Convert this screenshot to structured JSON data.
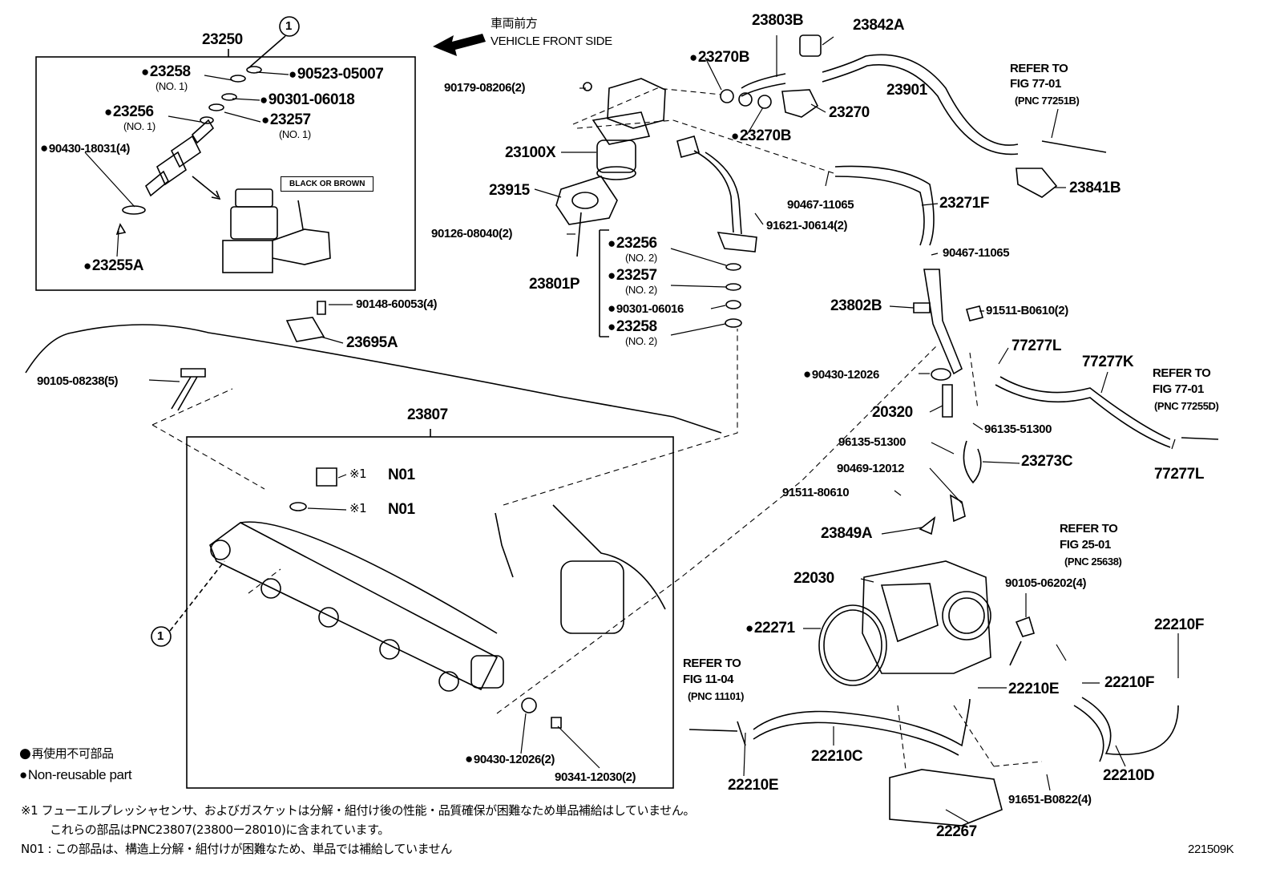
{
  "header": {
    "front_jp": "車両前方",
    "front_en": "VEHICLE FRONT SIDE"
  },
  "callout": "1",
  "inset": {
    "box_label": "23250",
    "black_or_brown": "BLACK OR BROWN",
    "p23258": "23258",
    "p23258_sub": "(NO. 1)",
    "p90523": "90523-05007",
    "p90301_18": "90301-06018",
    "p23256": "23256",
    "p23256_sub": "(NO. 1)",
    "p23257": "23257",
    "p23257_sub": "(NO. 1)",
    "p90430_31": "90430-18031(4)",
    "p23255A": "23255A"
  },
  "pump": {
    "p90179": "90179-08206(2)",
    "p23100X": "23100X",
    "p23915": "23915",
    "p90126": "90126-08040(2)",
    "p23801P": "23801P",
    "p23256b": "23256",
    "p23256b_sub": "(NO. 2)",
    "p23257b": "23257",
    "p23257b_sub": "(NO. 2)",
    "p90301_16": "90301-06016",
    "p23258b": "23258",
    "p23258b_sub": "(NO. 2)",
    "p91621": "91621-J0614(2)",
    "p90148": "90148-60053(4)",
    "p23695A": "23695A"
  },
  "top_right": {
    "p23803B": "23803B",
    "p23842A": "23842A",
    "p23270B_a": "23270B",
    "p23270B_b": "23270B",
    "p23270": "23270",
    "p23901": "23901",
    "refer1_a": "REFER TO",
    "refer1_b": "FIG 77-01",
    "refer1_c": "(PNC 77251B)",
    "p23841B": "23841B",
    "p90467_a": "90467-11065",
    "p23271F": "23271F",
    "p90467_b": "90467-11065"
  },
  "mid_right": {
    "p23802B": "23802B",
    "p91511_b": "91511-B0610(2)",
    "p77277L_a": "77277L",
    "p77277K": "77277K",
    "refer2_a": "REFER TO",
    "refer2_b": "FIG 77-01",
    "refer2_c": "(PNC 77255D)",
    "p90430_26a": "90430-12026",
    "p20320": "20320",
    "p96135_a": "96135-51300",
    "p96135_b": "96135-51300",
    "p23273C": "23273C",
    "p77277L_b": "77277L",
    "p90469": "90469-12012",
    "p91511_8": "91511-80610",
    "p23849A": "23849A"
  },
  "throttle": {
    "refer3_a": "REFER TO",
    "refer3_b": "FIG 25-01",
    "refer3_c": "(PNC 25638)",
    "p22030": "22030",
    "p90105_06": "90105-06202(4)",
    "p22271": "22271",
    "p22210F_a": "22210F",
    "p22210E_a": "22210E",
    "p22210F_b": "22210F",
    "refer4_a": "REFER TO",
    "refer4_b": "FIG 11-04",
    "refer4_c": "(PNC 11101)",
    "p22210C": "22210C",
    "p22210D": "22210D",
    "p22210E_b": "22210E",
    "p91651": "91651-B0822(4)",
    "p22267": "22267"
  },
  "rail": {
    "p90105_08": "90105-08238(5)",
    "box_label": "23807",
    "n01_a_mark": "※1",
    "n01_a": "N01",
    "n01_b_mark": "※1",
    "n01_b": "N01",
    "p90430_26b": "90430-12026(2)",
    "p90341": "90341-12030(2)"
  },
  "legend": {
    "jp": "再使用不可部品",
    "en": "Non-reusable part"
  },
  "notes": {
    "line1": "※1 フューエルプレッシャセンサ、およびガスケットは分解・組付け後の性能・品質確保が困難なため単品補給はしていません。",
    "line2": "これらの部品はPNC23807(23800ー28010)に含まれています。",
    "line3": "N01 : この部品は、構造上分解・組付けが困難なため、単品では補給していません"
  },
  "figure_id": "221509K"
}
